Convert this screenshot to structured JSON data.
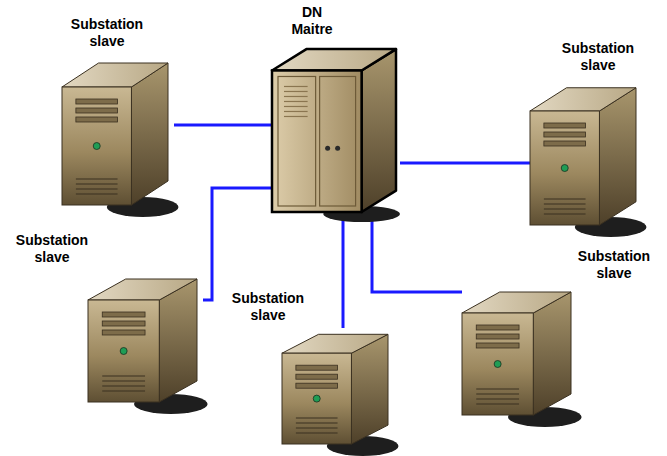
{
  "diagram": {
    "nodes": [
      {
        "text": [
          "Substation slave"
        ]
      },
      {
        "text": [
          "DN Maitre"
        ]
      },
      {
        "text": [
          "Substation slave"
        ]
      },
      {
        "text": [
          "Substation slave"
        ]
      },
      {
        "text": [
          "Substation slave"
        ]
      },
      {
        "text": [
          "Substation slave"
        ]
      }
    ],
    "edges": [
      {
        "from": 1,
        "to": 0,
        "arrow": "none"
      },
      {
        "from": 1,
        "to": 2,
        "arrow": "none"
      },
      {
        "from": 1,
        "to": 3,
        "arrow": "none"
      },
      {
        "from": 1,
        "to": 5,
        "arrow": "none"
      },
      {
        "from": 1,
        "to": 4,
        "arrow": "none"
      }
    ]
  }
}
